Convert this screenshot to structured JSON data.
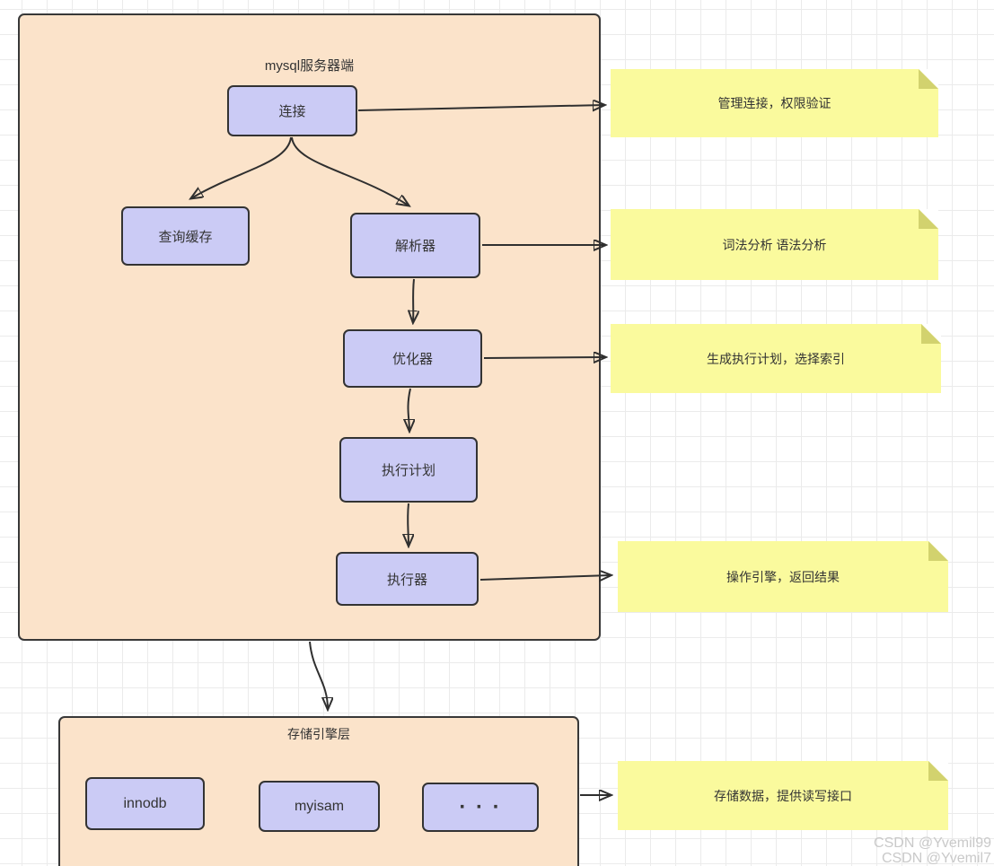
{
  "diagram": {
    "server": {
      "title": "mysql服务器端",
      "nodes": {
        "connection": "连接",
        "query_cache": "查询缓存",
        "parser": "解析器",
        "optimizer": "优化器",
        "execution_plan": "执行计划",
        "executor": "执行器"
      }
    },
    "storage": {
      "title": "存储引擎层",
      "nodes": {
        "innodb": "innodb",
        "myisam": "myisam",
        "others": "· · ·"
      }
    },
    "notes": {
      "connection_note": "管理连接，权限验证",
      "parser_note": "词法分析 语法分析",
      "optimizer_note": "生成执行计划，选择索引",
      "executor_note": "操作引擎，返回结果",
      "storage_note": "存储数据，提供读写接口"
    },
    "colors": {
      "container_fill": "#fbe3ca",
      "node_fill": "#cbcbf5",
      "note_fill": "#fafa9d",
      "note_fold": "#d2d26e",
      "stroke": "#333333",
      "grid_line": "#ebebeb"
    }
  },
  "watermark": {
    "line1": "CSDN @Yvemil99",
    "line2": "CSDN @Yvemil7"
  }
}
